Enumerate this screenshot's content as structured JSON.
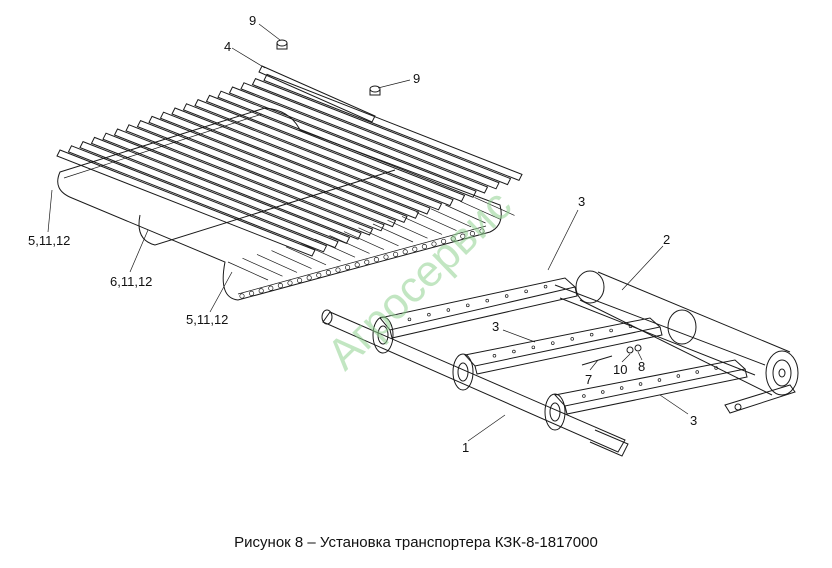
{
  "caption": "Рисунок 8 – Установка транспортера КЗК-8-1817000",
  "watermark": "Агросервис",
  "callouts": {
    "c9a": "9",
    "c4": "4",
    "c9b": "9",
    "c5a": "5,11,12",
    "c6": "6,11,12",
    "c5b": "5,11,12",
    "c3a": "3",
    "c2": "2",
    "c3b": "3",
    "c7": "7",
    "c10": "10",
    "c8": "8",
    "c3c": "3",
    "c1": "1"
  },
  "colors": {
    "line": "#1a1a1a",
    "watermark": "#8fd18f"
  }
}
